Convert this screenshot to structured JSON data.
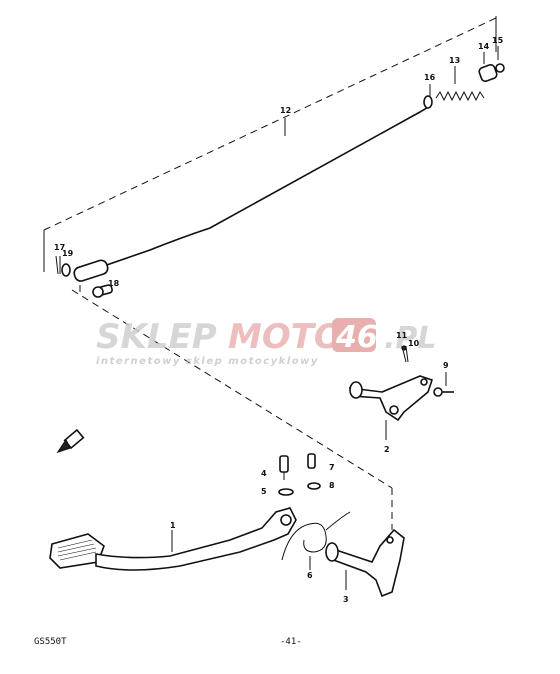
{
  "diagram": {
    "part_numbers": [
      "1",
      "2",
      "3",
      "4",
      "5",
      "6",
      "7",
      "8",
      "9",
      "10",
      "11",
      "12",
      "13",
      "14",
      "15",
      "16",
      "17",
      "18",
      "19"
    ],
    "watermark": {
      "brand_left": "SKLEP",
      "brand_mid": "MOTO",
      "brand_right": "46",
      "domain": ".PL",
      "tagline": "internetowy sklep motocyklowy"
    }
  },
  "footer": {
    "model_code": "GS550T",
    "page_number": "-41-"
  },
  "colors": {
    "ink": "#111111",
    "watermark_gray": "#c8c8c8",
    "watermark_red": "#e3a3a3"
  }
}
